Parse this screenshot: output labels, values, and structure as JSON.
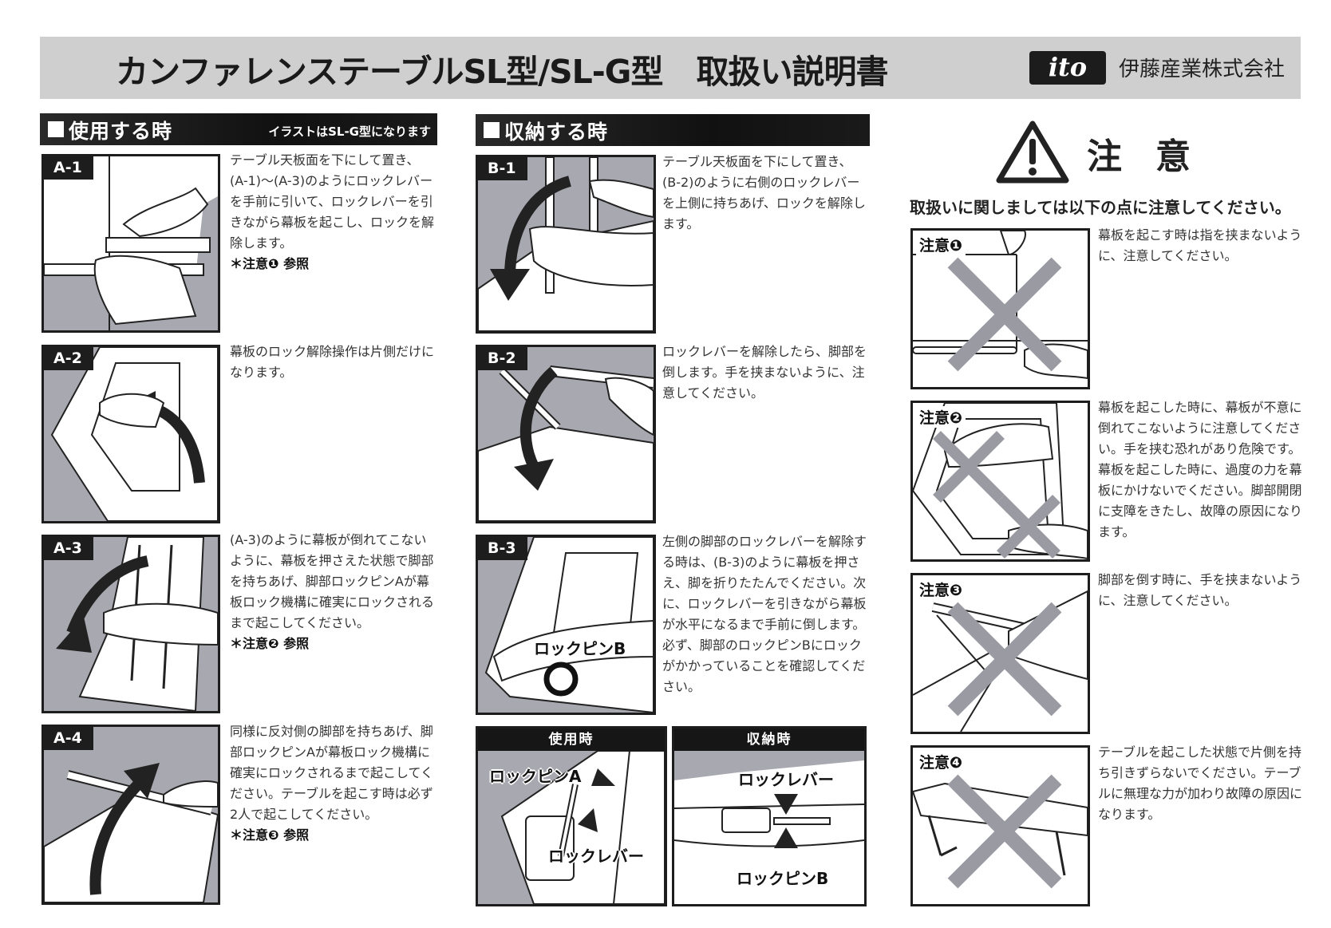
{
  "header": {
    "title": "カンファレンステーブルSL型/SL-G型",
    "title_suffix": "取扱い説明書",
    "logo_text": "ito",
    "company": "伊藤産業株式会社"
  },
  "usage_section": {
    "heading": "使用する時",
    "note": "イラストはSL-G型になります",
    "steps": [
      {
        "tag": "A-1",
        "lines": [
          "テーブル天板面を下にして置き、",
          "(A-1)～(A-3)のように",
          "ロックレ",
          "バー",
          "を手前に引いて、",
          "ロックレ",
          "バー",
          "を引きながら幕板を起こし、",
          "ロックを解除します。"
        ],
        "text": "テーブル天板面を下にして置き、(A-1)～(A-3)のようにロックレバーを手前に引いて、ロックレバーを引きながら幕板を起こし、ロックを解除します。",
        "reference": "＊注意❶ 参照"
      },
      {
        "tag": "A-2",
        "text": "幕板のロック解除操作は片側だけになります。",
        "reference": ""
      },
      {
        "tag": "A-3",
        "text": "(A-3)のように幕板が倒れてこないように、幕板を押さえた状態で脚部を持ちあげ、脚部ロックピンAが幕板ロック機構に確実にロックされるまで起こしてください。",
        "reference": "＊注意❷ 参照"
      },
      {
        "tag": "A-4",
        "text": "同様に反対側の脚部を持ちあげ、脚部ロックピンAが幕板ロック機構に確実にロックされるまで起こしてください。テーブルを起こす時は必ず2人で起こしてください。",
        "reference": "＊注意❸ 参照"
      }
    ]
  },
  "storage_section": {
    "heading": "収納する時",
    "steps": [
      {
        "tag": "B-1",
        "text": "テーブル天板面を下にして置き、(B-2)のように右側のロックレバーを上側に持ちあげ、ロックを解除します。"
      },
      {
        "tag": "B-2",
        "text": "ロックレバーを解除したら、脚部を倒します。手を挟まないように、注意してください。"
      },
      {
        "tag": "B-3",
        "text": "左側の脚部のロックレバーを解除する時は、(B-3)のように幕板を押さえ、脚を折りたたんでください。次に、ロックレバーを引きながら幕板が水平になるまで手前に倒します。必ず、脚部のロックピンBにロックがかかっていることを確認してください。",
        "callout": "ロックピンB"
      }
    ],
    "detail_in_use": {
      "heading": "使用時",
      "callout_pin": "ロックピンA",
      "callout_lever": "ロックレバー"
    },
    "detail_stored": {
      "heading": "収納時",
      "callout_lever": "ロックレバー",
      "callout_pin": "ロックピンB"
    }
  },
  "caution_section": {
    "title": "注意",
    "icon": "warning-triangle-icon",
    "subtitle": "取扱いに関しましては以下の点に注意してください。",
    "items": [
      {
        "label": "注意❶",
        "text": "幕板を起こす時は指を挟まないように、注意してください。"
      },
      {
        "label": "注意❷",
        "text": "幕板を起こした時に、幕板が不意に倒れてこないように注意してください。手を挟む恐れがあり危険です。幕板を起こした時に、過度の力を幕板にかけないでください。脚部開閉に支障をきたし、故障の原因になります。"
      },
      {
        "label": "注意❸",
        "text": "脚部を倒す時に、手を挟まないように、注意してください。"
      },
      {
        "label": "注意❹",
        "text": "テーブルを起こした状態で片側を持ち引きずらないでください。テーブルに無理な力が加わり故障の原因になります。"
      }
    ]
  },
  "colors": {
    "heading_bg": "#111111",
    "panel_gray": "#a8a8b0",
    "x_mark": "#9a9aa2",
    "title_band": "#cfcfcf"
  }
}
